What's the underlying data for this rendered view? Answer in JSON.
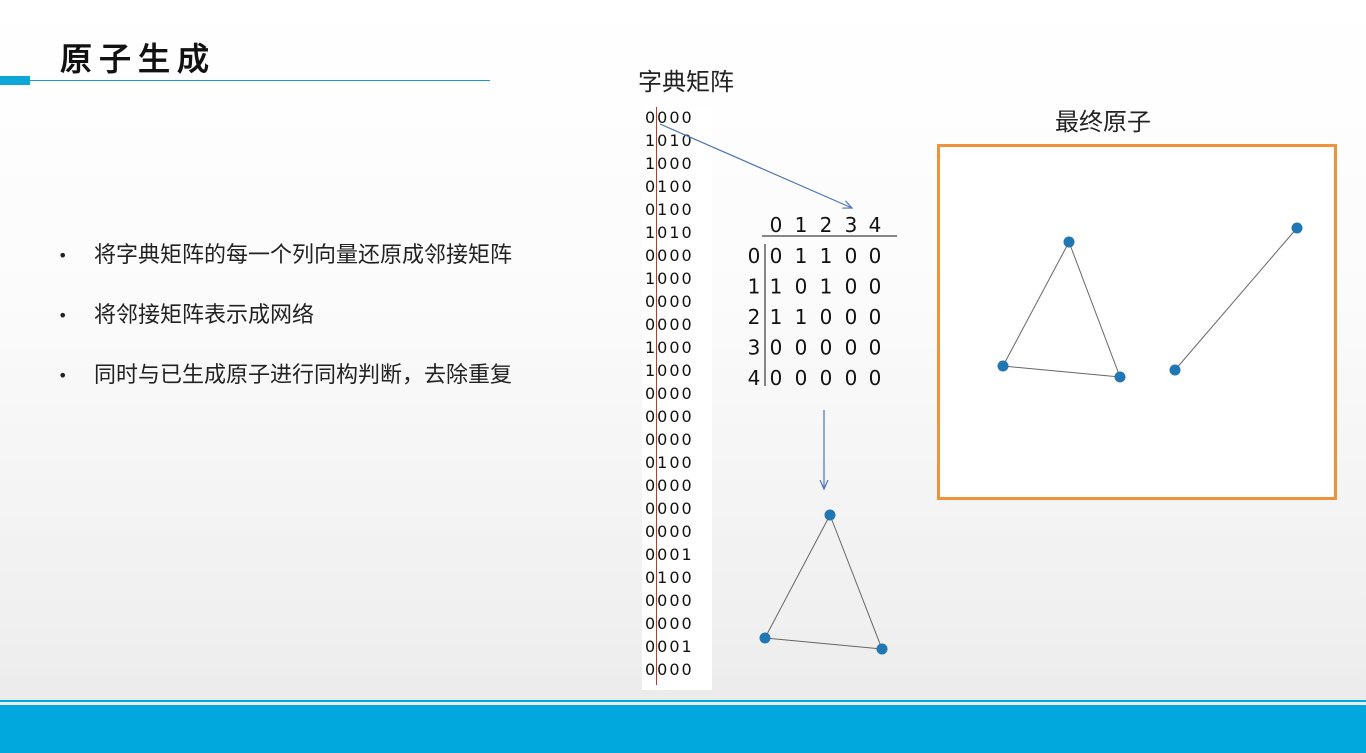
{
  "slide": {
    "title": "原子生成",
    "bullets": [
      "将字典矩阵的每一个列向量还原成邻接矩阵",
      "将邻接矩阵表示成网络",
      "同时与已生成原子进行同构判断，去除重复"
    ]
  },
  "dictionary": {
    "label": "字典矩阵",
    "rows": [
      "0000",
      "1010",
      "1000",
      "0100",
      "0100",
      "1010",
      "0000",
      "1000",
      "0000",
      "0000",
      "1000",
      "1000",
      "0000",
      "0000",
      "0000",
      "0100",
      "0000",
      "0000",
      "0000",
      "0001",
      "0100",
      "0000",
      "0000",
      "0001",
      "0000"
    ]
  },
  "adjacency": {
    "col_headers": [
      "0",
      "1",
      "2",
      "3",
      "4"
    ],
    "row_headers": [
      "0",
      "1",
      "2",
      "3",
      "4"
    ],
    "rows": [
      [
        "0",
        "1",
        "1",
        "0",
        "0"
      ],
      [
        "1",
        "0",
        "1",
        "0",
        "0"
      ],
      [
        "1",
        "1",
        "0",
        "0",
        "0"
      ],
      [
        "0",
        "0",
        "0",
        "0",
        "0"
      ],
      [
        "0",
        "0",
        "0",
        "0",
        "0"
      ]
    ]
  },
  "final_atom": {
    "label": "最终原子"
  },
  "colors": {
    "accent": "#00a8dd",
    "box_border": "#f0923a",
    "node": "#1f77b4",
    "arrow": "#4a74b5",
    "red_line": "#c0392b"
  }
}
